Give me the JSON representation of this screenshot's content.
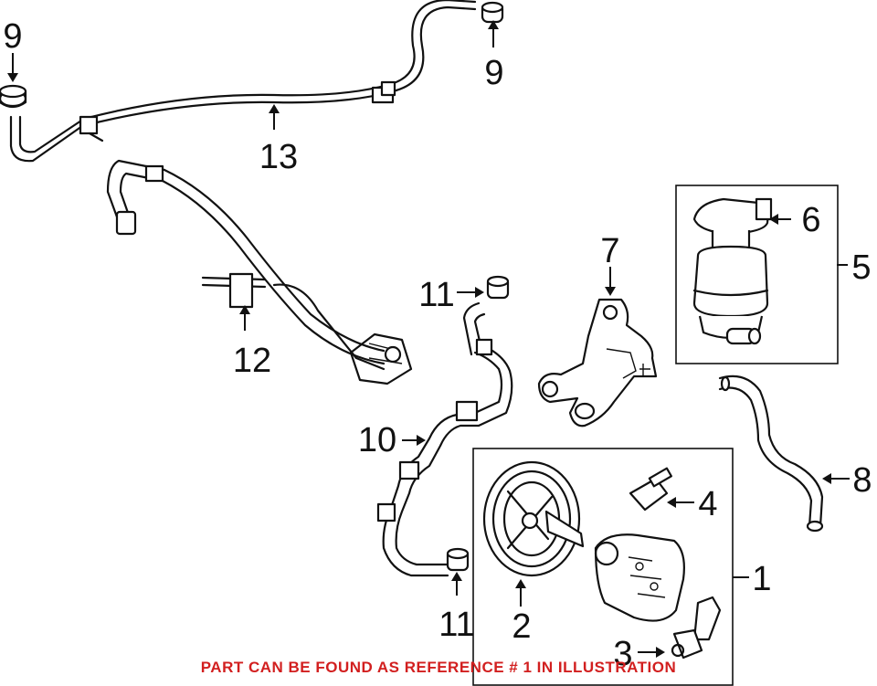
{
  "callouts": {
    "c9_left": "9",
    "c9_top": "9",
    "c13": "13",
    "c12": "12",
    "c11_top": "11",
    "c10": "10",
    "c11_bottom": "11",
    "c7": "7",
    "c6": "6",
    "c5": "5",
    "c8": "8",
    "c4": "4",
    "c1": "1",
    "c2": "2",
    "c3": "3"
  },
  "footer_note": "PART CAN BE FOUND AS REFERENCE # 1 IN ILLUSTRATION",
  "colors": {
    "footer": "#d21f1f",
    "line_art": "#111111"
  }
}
